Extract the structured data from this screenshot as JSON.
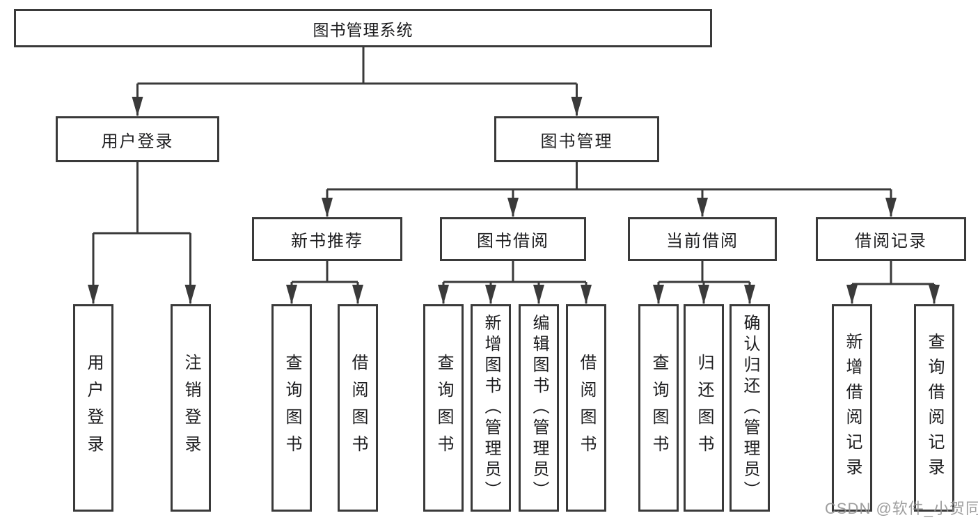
{
  "tree": {
    "root": {
      "label": "图书管理系统"
    },
    "branches": [
      {
        "label": "用户登录",
        "children": [
          {
            "label": "用户登录"
          },
          {
            "label": "注销登录"
          }
        ]
      },
      {
        "label": "图书管理",
        "children": [
          {
            "label": "新书推荐",
            "children": [
              {
                "label": "查询图书"
              },
              {
                "label": "借阅图书"
              }
            ]
          },
          {
            "label": "图书借阅",
            "children": [
              {
                "label": "查询图书"
              },
              {
                "label": "新增图书（管理员）"
              },
              {
                "label": "编辑图书（管理员）"
              },
              {
                "label": "借阅图书"
              }
            ]
          },
          {
            "label": "当前借阅",
            "children": [
              {
                "label": "查询图书"
              },
              {
                "label": "归还图书"
              },
              {
                "label": "确认归还（管理员）"
              }
            ]
          },
          {
            "label": "借阅记录",
            "children": [
              {
                "label": "新增借阅记录"
              },
              {
                "label": "查询借阅记录"
              }
            ]
          }
        ]
      }
    ]
  },
  "watermark": "CSDN @软件_小贺同学",
  "colors": {
    "line": "#3a3a3a",
    "text": "#1d1d1f",
    "background": "#ffffff",
    "watermark": "#949494"
  }
}
